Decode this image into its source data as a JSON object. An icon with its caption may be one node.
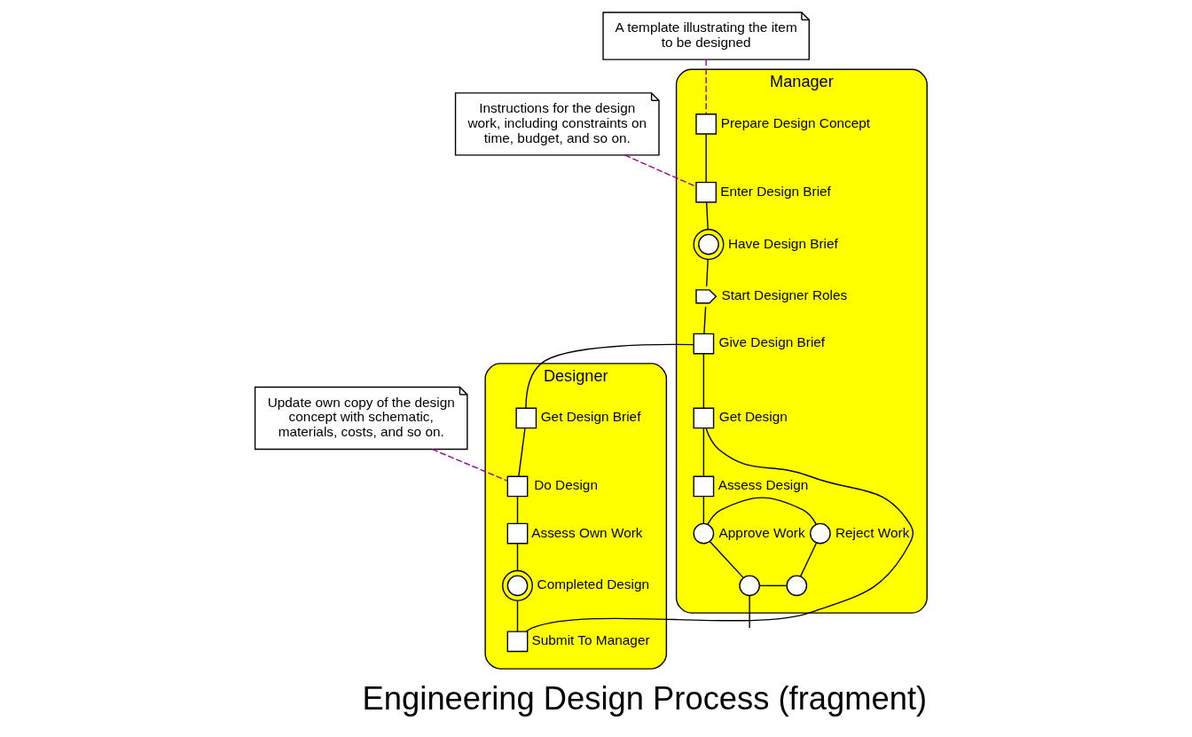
{
  "diagram": {
    "title": "Engineering Design Process (fragment)",
    "nodes": [
      {
        "text": [
          "Manager"
        ]
      },
      {
        "text": [],
        "shape": "box",
        "beside": [
          "Prepare Design Concept"
        ],
        "in": 0
      },
      {
        "text": [],
        "shape": "box",
        "beside": [
          "Enter Design Brief"
        ],
        "in": 0
      },
      {
        "text": [],
        "shape": "circle",
        "beside": [
          "Have Design Brief"
        ],
        "in": 0
      },
      {
        "text": [],
        "shape": "pentagon",
        "beside": [
          "Start Designer Roles"
        ],
        "in": 0
      },
      {
        "text": [],
        "shape": "box",
        "beside": [
          "Give Design Brief"
        ],
        "in": 0
      },
      {
        "text": [],
        "shape": "box",
        "beside": [
          "Get Design"
        ],
        "in": 0
      },
      {
        "text": [],
        "shape": "box",
        "beside": [
          "Assess Design"
        ],
        "in": 0
      },
      {
        "text": [],
        "shape": "circle",
        "beside": [
          "Approve Work"
        ],
        "in": 0
      },
      {
        "text": [],
        "shape": "circle",
        "beside": [
          "Reject Work"
        ],
        "in": 0
      },
      {
        "text": [],
        "shape": "circle",
        "in": 0
      },
      {
        "text": [],
        "shape": "circle",
        "in": 0
      },
      {
        "text": [
          "Designer"
        ]
      },
      {
        "text": [],
        "shape": "box",
        "beside": [
          "Get Design Brief"
        ],
        "in": 12
      },
      {
        "text": [],
        "shape": "box",
        "beside": [
          "Do Design"
        ],
        "in": 12
      },
      {
        "text": [],
        "shape": "box",
        "beside": [
          "Assess Own Work"
        ],
        "in": 12
      },
      {
        "text": [],
        "shape": "circle",
        "beside": [
          "Completed Design"
        ],
        "in": 12
      },
      {
        "text": [],
        "shape": "box",
        "beside": [
          "Submit To Manager"
        ],
        "in": 12
      },
      {
        "text": [
          "A template illustrating the item to be designed"
        ]
      },
      {
        "text": [
          "Instructions for the design work, including constraints on time, budget, and so on."
        ]
      },
      {
        "text": [
          "Update own copy of the design concept with schematic, materials, costs, and so on."
        ]
      }
    ],
    "edges": [
      {
        "from": 1,
        "to": 2,
        "arrow": "none"
      },
      {
        "from": 2,
        "to": 3,
        "arrow": "none"
      },
      {
        "from": 3,
        "to": 4,
        "arrow": "none"
      },
      {
        "from": 4,
        "to": 5,
        "arrow": "none"
      },
      {
        "from": 5,
        "to": 6,
        "arrow": "none"
      },
      {
        "from": 6,
        "to": 7,
        "arrow": "none"
      },
      {
        "from": 7,
        "to": 8,
        "arrow": "none"
      },
      {
        "from": 8,
        "to": 9,
        "arrow": "none"
      },
      {
        "from": 8,
        "to": 10,
        "arrow": "none"
      },
      {
        "from": 9,
        "to": 11,
        "arrow": "none"
      },
      {
        "from": 10,
        "to": 11,
        "arrow": "none"
      },
      {
        "from": 10,
        "to": null,
        "arrow": "none"
      },
      {
        "from": 13,
        "to": 14,
        "arrow": "none"
      },
      {
        "from": 14,
        "to": 15,
        "arrow": "none"
      },
      {
        "from": 15,
        "to": 16,
        "arrow": "none"
      },
      {
        "from": 16,
        "to": 17,
        "arrow": "none"
      },
      {
        "from": 5,
        "to": 13,
        "arrow": "none"
      },
      {
        "from": 6,
        "to": 17,
        "arrow": "none"
      },
      {
        "from": 18,
        "to": 1,
        "arrow": "none",
        "style": "dashed",
        "color": "#990099"
      },
      {
        "from": 19,
        "to": 2,
        "arrow": "none",
        "style": "dashed",
        "color": "#990099"
      },
      {
        "from": 20,
        "to": 14,
        "arrow": "none",
        "style": "dashed",
        "color": "#990099"
      }
    ]
  }
}
